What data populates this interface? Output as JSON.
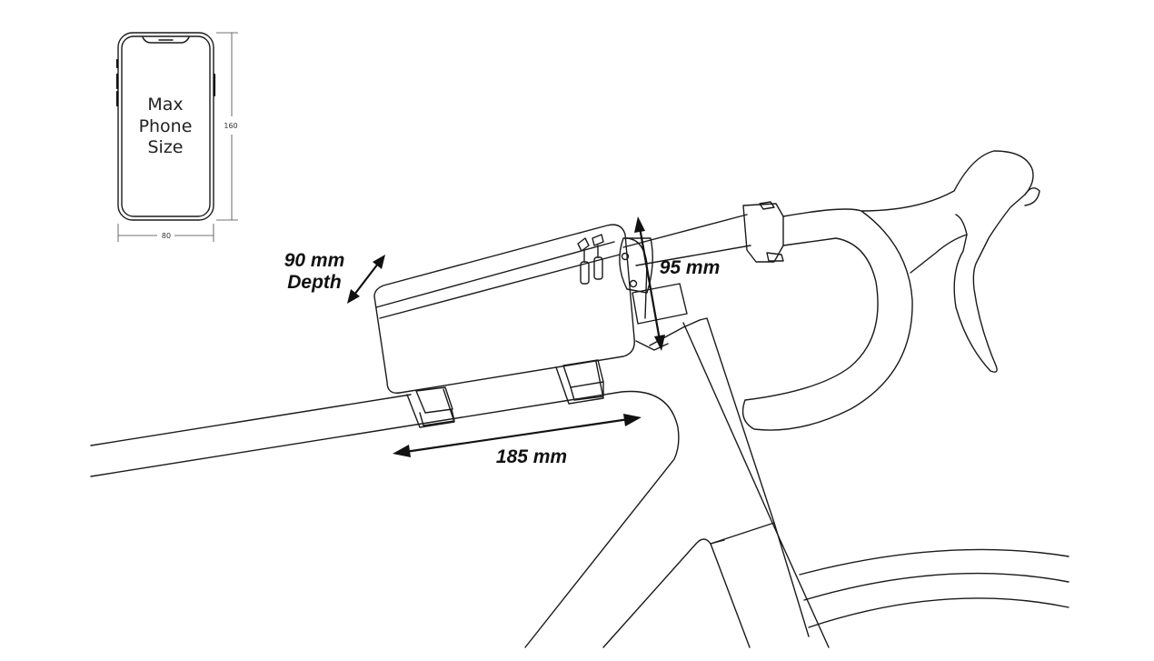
{
  "phone": {
    "label_lines": [
      "Max",
      "Phone",
      "Size"
    ],
    "height_dim": "160",
    "width_dim": "80"
  },
  "dimensions": {
    "depth_value": "90 mm",
    "depth_label": "Depth",
    "height": "95 mm",
    "length": "185 mm"
  },
  "colors": {
    "line": "#1a1a1a",
    "background": "#ffffff"
  }
}
